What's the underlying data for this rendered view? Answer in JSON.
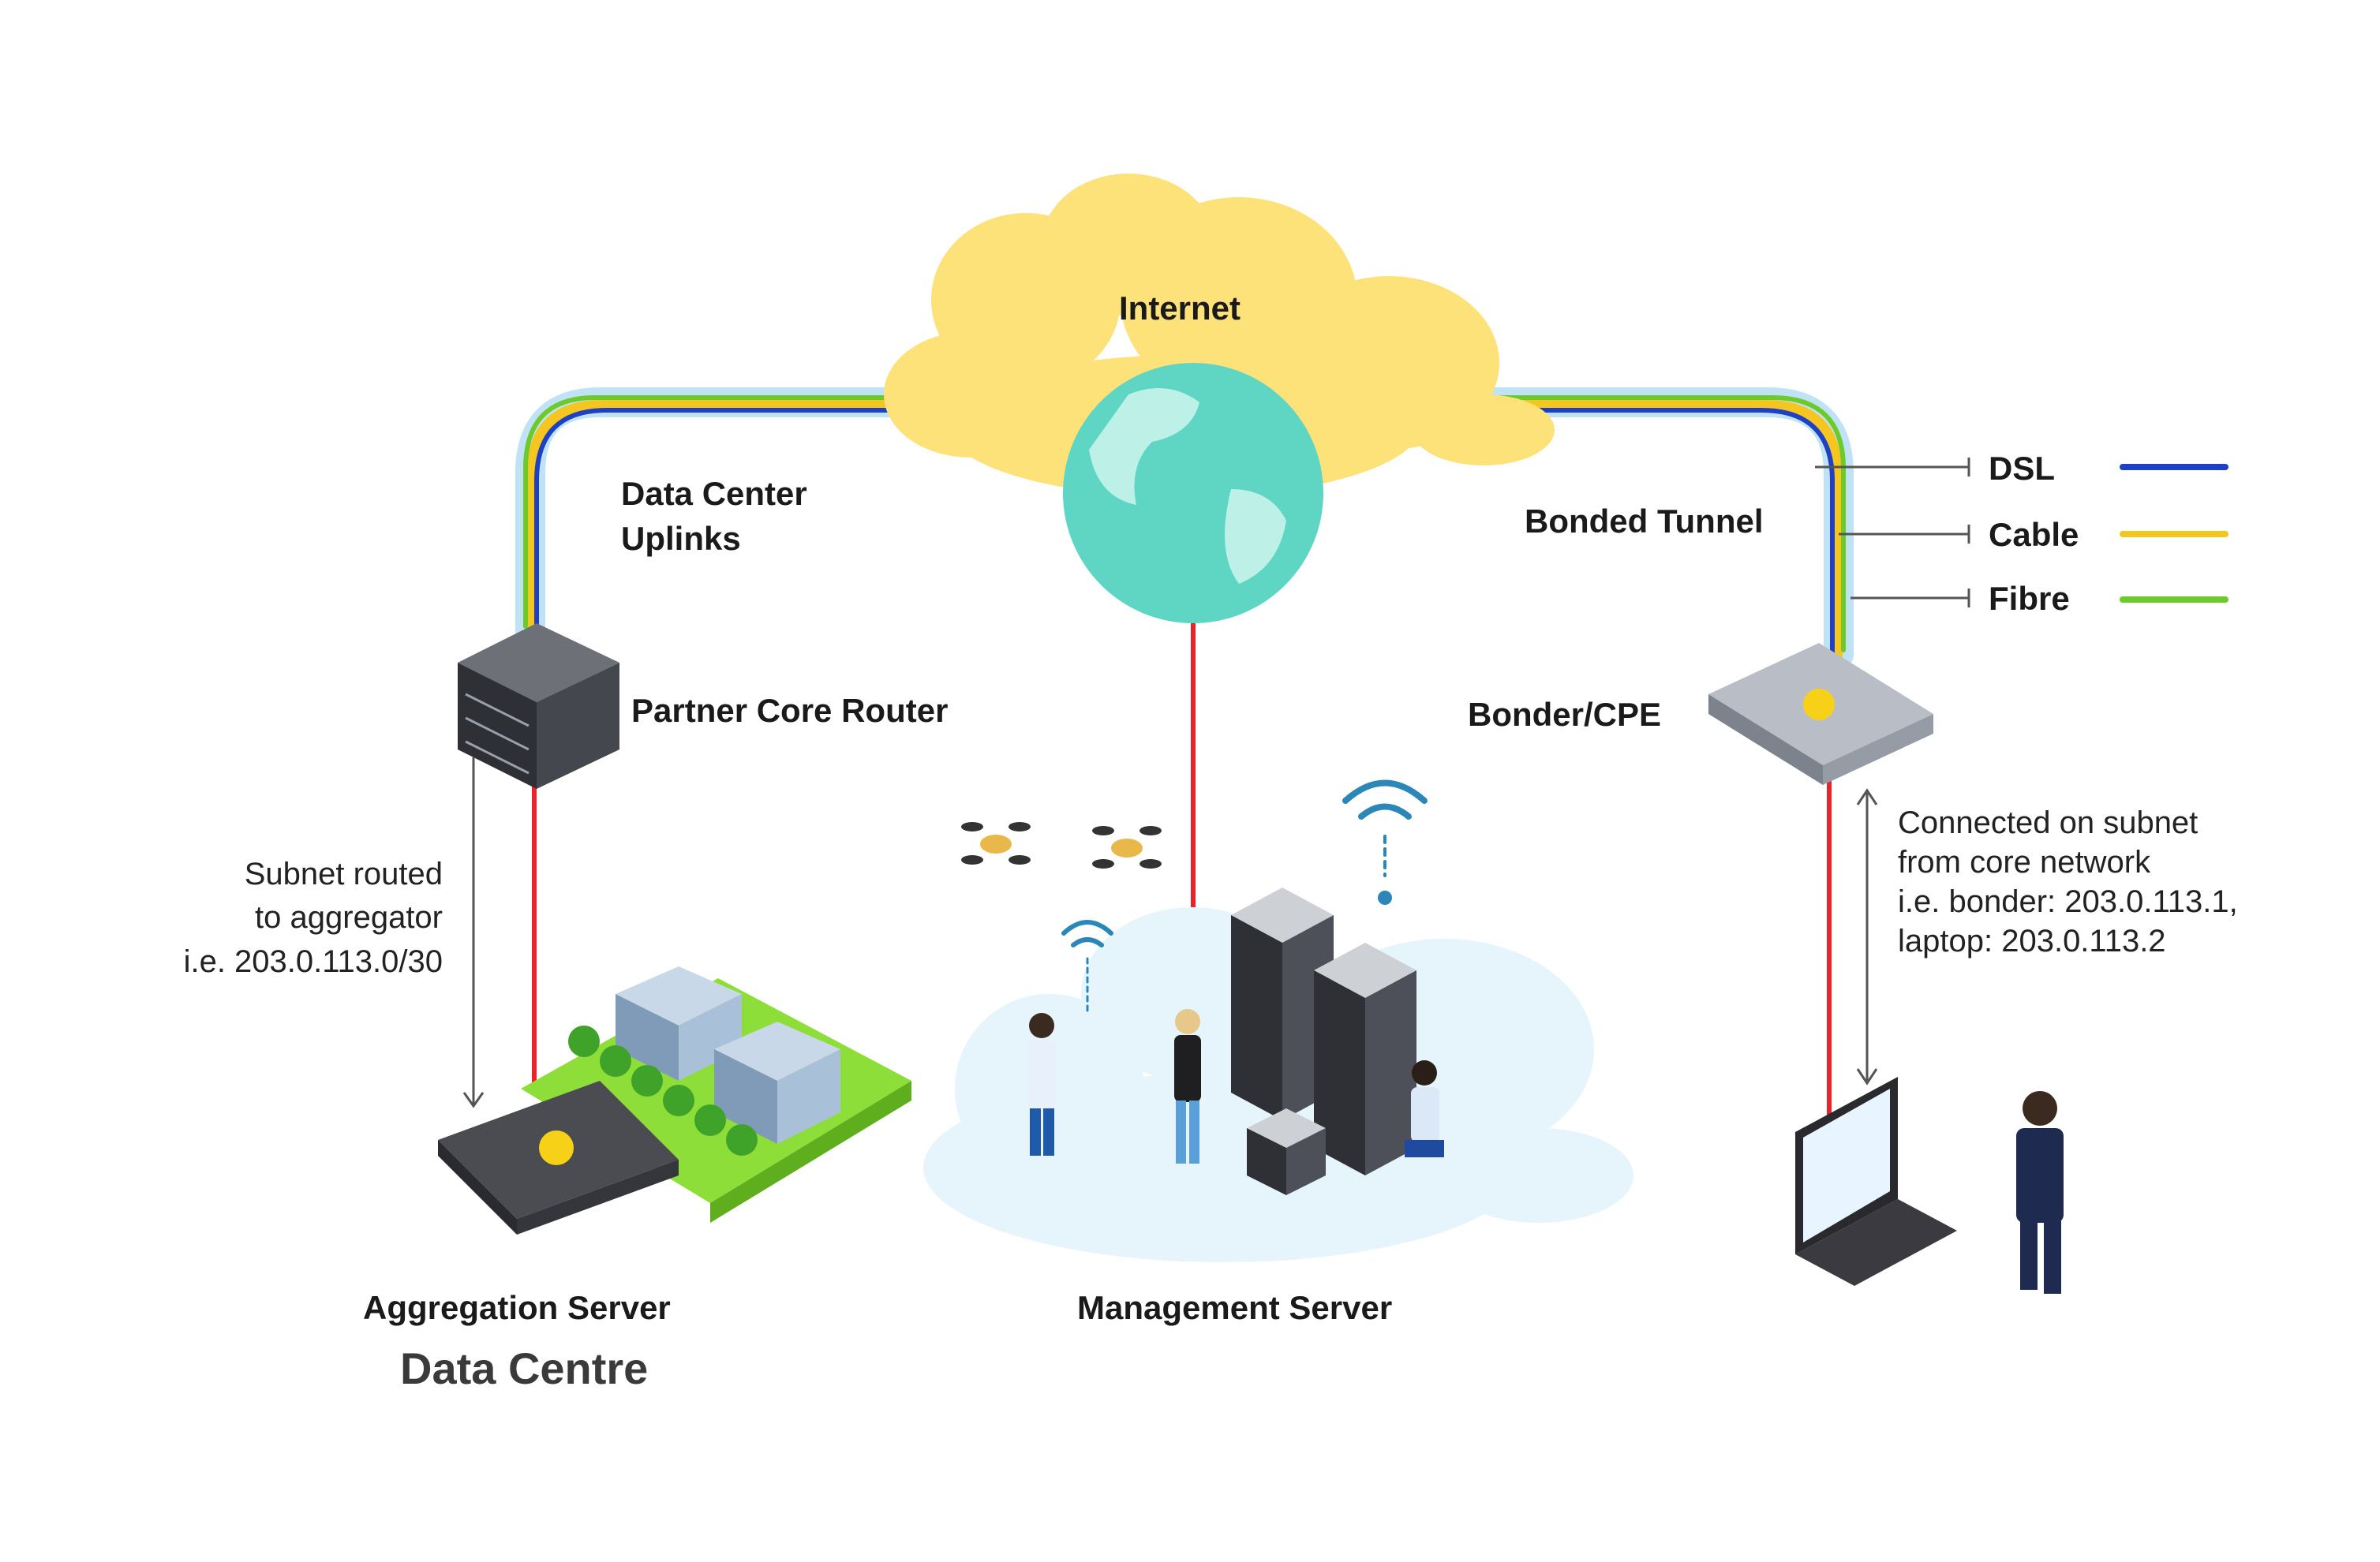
{
  "labels": {
    "internet": "Internet",
    "dc_uplinks_line1": "Data Center",
    "dc_uplinks_line2": "Uplinks",
    "partner_core_router": "Partner Core Router",
    "bonded_tunnel": "Bonded Tunnel",
    "bonder_cpe": "Bonder/CPE",
    "aggregation_server": "Aggregation Server",
    "data_centre": "Data Centre",
    "management_server": "Management Server"
  },
  "notes": {
    "subnet_routed": [
      "Subnet routed",
      "to aggregator",
      "i.e. 203.0.113.0/30"
    ],
    "connected_subnet": [
      "Connected on subnet",
      "from core network",
      "i.e. bonder: 203.0.113.1,",
      "laptop: 203.0.113.2"
    ]
  },
  "legend": [
    {
      "label": "DSL",
      "color": "#1f3fc4"
    },
    {
      "label": "Cable",
      "color": "#f5c520"
    },
    {
      "label": "Fibre",
      "color": "#6ccb2a"
    }
  ],
  "colors": {
    "tunnel_outer": "#bfe3f5",
    "link_red": "#e8242a",
    "cloud_yellow": "#fde27a",
    "globe": "#5fd6c4",
    "ground_green": "#8ede3a",
    "server_dark": "#3d3f45",
    "ops_cloud": "#e6f5fb"
  },
  "icons": [
    "globe-icon",
    "router-icon",
    "aggregation-server-icon",
    "bonder-cpe-icon",
    "server-rack-icon",
    "wifi-icon",
    "drone-icon",
    "laptop-icon",
    "person-icon",
    "building-icon",
    "tree-icon"
  ]
}
